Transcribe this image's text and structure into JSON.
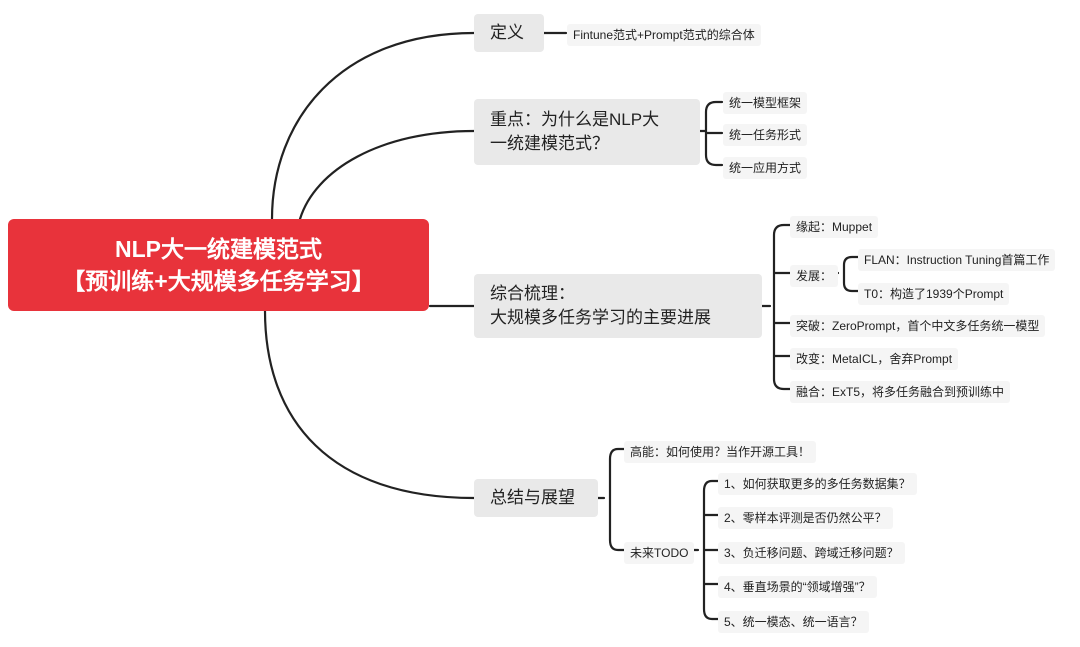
{
  "root": {
    "line1": "NLP大一统建模范式",
    "line2": "【预训练+大规模多任务学习】"
  },
  "branches": {
    "definition": {
      "title": "定义",
      "items": [
        "Fintune范式+Prompt范式的综合体"
      ]
    },
    "focus": {
      "title_line1": "重点：为什么是NLP大",
      "title_line2": "一统建模范式？",
      "items": [
        "统一模型框架",
        "统一任务形式",
        "统一应用方式"
      ]
    },
    "review": {
      "title_line1": "综合梳理：",
      "title_line2": "大规模多任务学习的主要进展",
      "origin": "缘起：Muppet",
      "development": {
        "label": "发展：",
        "items": [
          "FLAN：Instruction Tuning首篇工作",
          "T0：构造了1939个Prompt"
        ]
      },
      "breakthrough": "突破：ZeroPrompt，首个中文多任务统一模型",
      "change": "改变：MetaICL，舍弃Prompt",
      "fusion": "融合：ExT5，将多任务融合到预训练中"
    },
    "summary": {
      "title": "总结与展望",
      "efficiency": "高能：如何使用？当作开源工具！",
      "todo": {
        "label": "未来TODO",
        "items": [
          "1、如何获取更多的多任务数据集？",
          "2、零样本评测是否仍然公平？",
          "3、负迁移问题、跨域迁移问题？",
          "4、垂直场景的“领域增强”？",
          "5、统一模态、统一语言？"
        ]
      }
    }
  },
  "colors": {
    "root_bg": "#e8333b",
    "branch_bg": "#e9e9e9",
    "leaf_bg": "#f5f5f5",
    "line": "#222222"
  }
}
